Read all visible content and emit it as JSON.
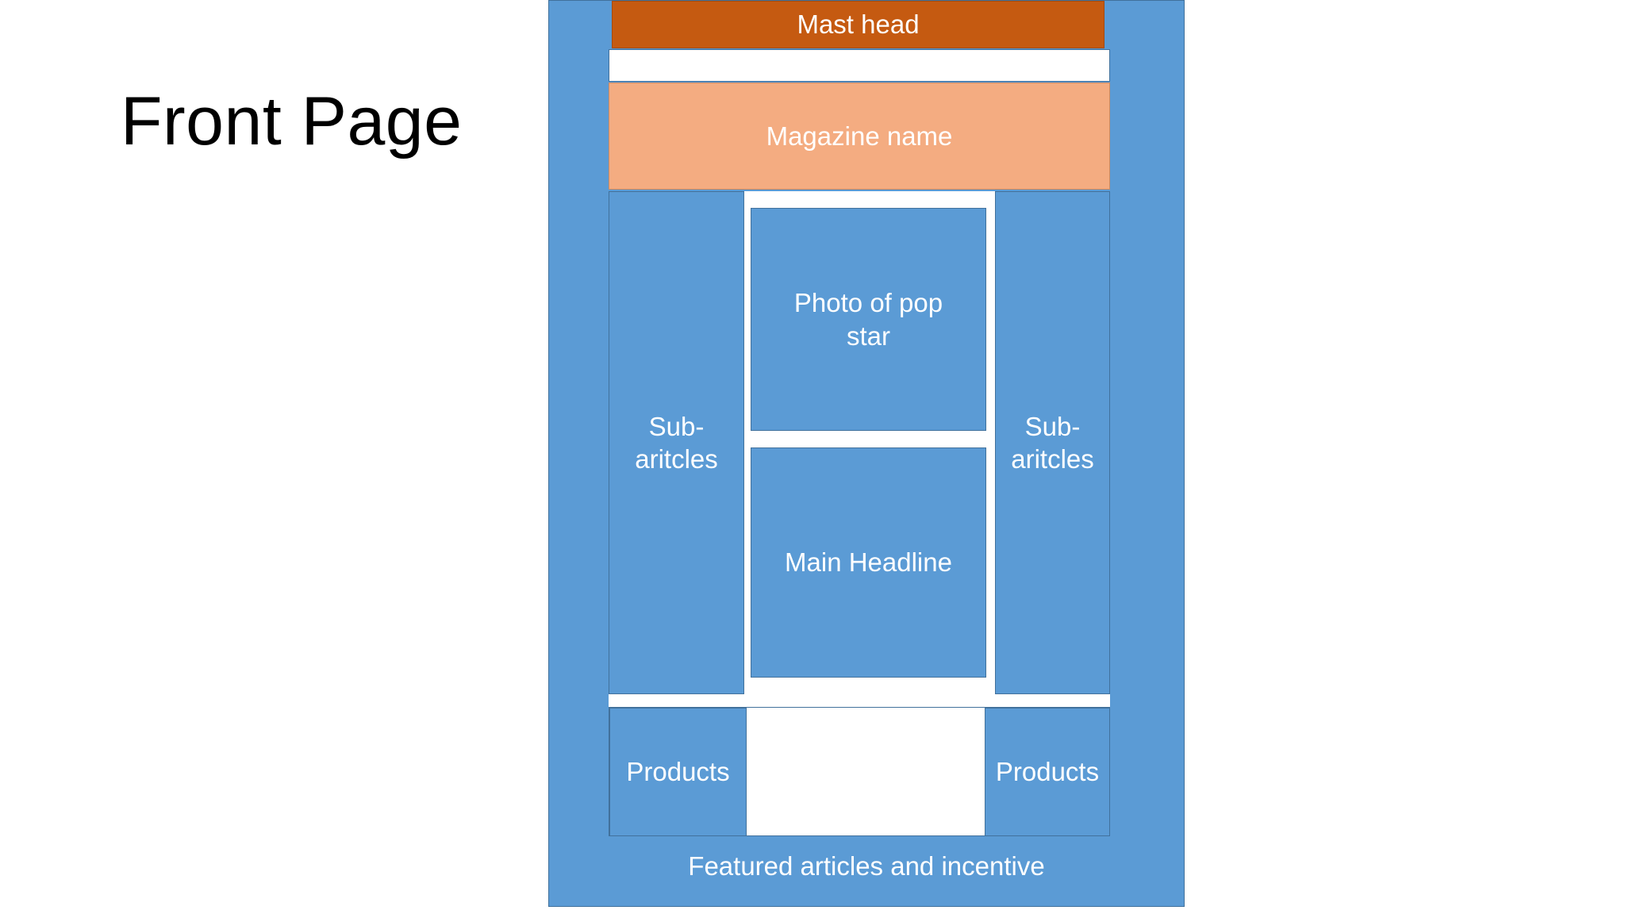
{
  "slide": {
    "title": "Front Page"
  },
  "colors": {
    "page_panel": "#5B9BD5",
    "masthead": "#C55A11",
    "magazine_band": "#F4AC81",
    "box_blue": "#5B9BD5",
    "box_border": "#41719C",
    "white": "#FFFFFF",
    "title_text": "#000000",
    "box_text": "#FFFFFF"
  },
  "mockup": {
    "masthead_label": "Mast head",
    "magazine_name_label": "Magazine name",
    "sub_articles_left_label": "Sub-aritcles",
    "sub_articles_right_label": "Sub-aritcles",
    "photo_label": "Photo of pop star",
    "headline_label": "Main Headline",
    "products_left_label": "Products",
    "products_right_label": "Products",
    "footer_label": "Featured articles and incentive"
  }
}
